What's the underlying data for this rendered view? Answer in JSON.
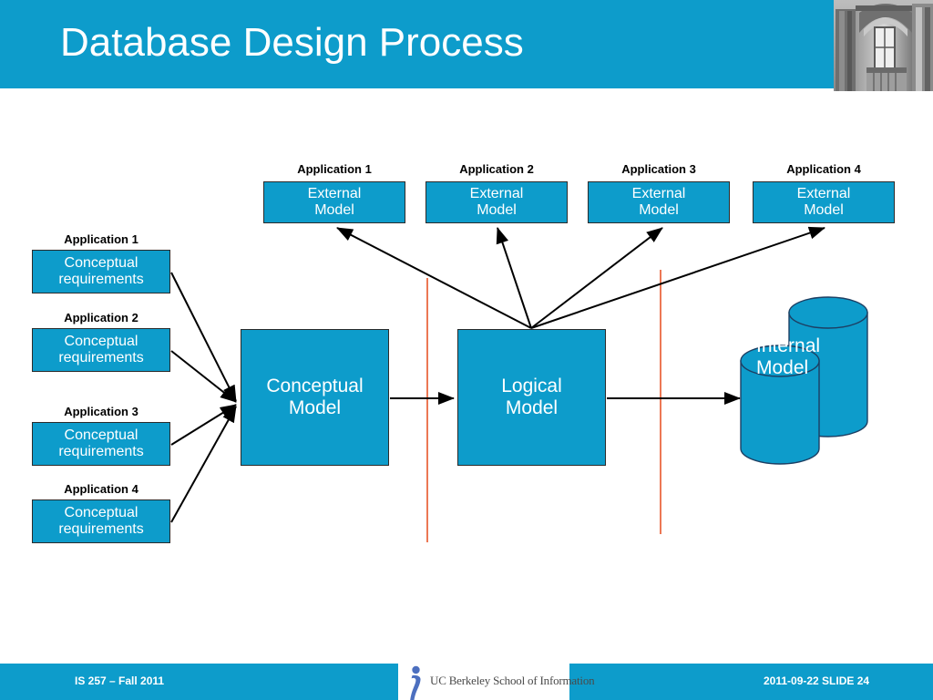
{
  "slide": {
    "title": "Database Design Process",
    "header_color": "#0d9ccb",
    "box_color": "#0d9ccb",
    "divider_color": "#e8562a",
    "arrow_color": "#000000"
  },
  "header": {
    "title": "Database Design Process",
    "photo_alt": "campus-building-photo"
  },
  "external_models": [
    {
      "app_label": "Application 1",
      "line1": "External",
      "line2": "Model"
    },
    {
      "app_label": "Application 2",
      "line1": "External",
      "line2": "Model"
    },
    {
      "app_label": "Application 3",
      "line1": "External",
      "line2": "Model"
    },
    {
      "app_label": "Application 4",
      "line1": "External",
      "line2": "Model"
    }
  ],
  "conceptual_requirements": [
    {
      "app_label": "Application 1",
      "line1": "Conceptual",
      "line2": "requirements"
    },
    {
      "app_label": "Application 2",
      "line1": "Conceptual",
      "line2": "requirements"
    },
    {
      "app_label": "Application 3",
      "line1": "Conceptual",
      "line2": "requirements"
    },
    {
      "app_label": "Application 4",
      "line1": "Conceptual",
      "line2": "requirements"
    }
  ],
  "models": {
    "conceptual": {
      "line1": "Conceptual",
      "line2": "Model"
    },
    "logical": {
      "line1": "Logical",
      "line2": "Model"
    },
    "internal": {
      "line1": "Internal",
      "line2": "Model"
    }
  },
  "footer": {
    "left": "IS 257 – Fall 2011",
    "logo": "UC Berkeley School of Information",
    "right": "2011-09-22 SLIDE 24"
  }
}
